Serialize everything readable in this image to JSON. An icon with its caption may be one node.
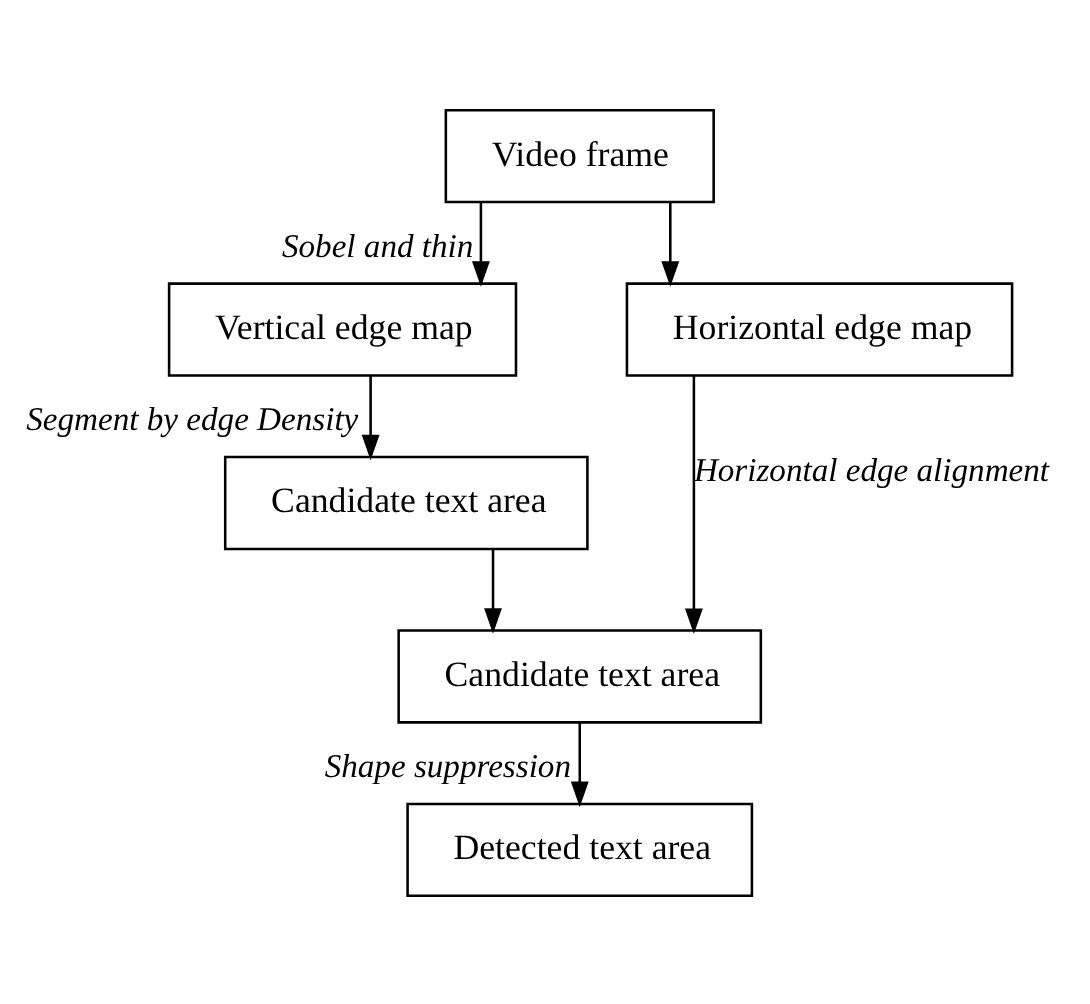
{
  "diagram": {
    "nodes": [
      {
        "text": [
          "Video frame"
        ]
      },
      {
        "text": [
          "Vertical edge map"
        ]
      },
      {
        "text": [
          "Horizontal edge map"
        ]
      },
      {
        "text": [
          "Candidate text area"
        ]
      },
      {
        "text": [
          "Candidate text area"
        ]
      },
      {
        "text": [
          "Detected text area"
        ]
      }
    ],
    "edges": [
      {
        "from": 0,
        "to": 2,
        "arrow": "to"
      },
      {
        "from": 0,
        "to": 1,
        "arrow": "to",
        "label": "Sobel and thin"
      },
      {
        "from": 1,
        "to": 3,
        "arrow": "to",
        "label": "Segment by edge Density"
      },
      {
        "from": 2,
        "to": 4,
        "arrow": "to",
        "label": "Horizontal edge alignment"
      },
      {
        "from": 3,
        "to": 4,
        "arrow": "to"
      },
      {
        "from": 4,
        "to": 5,
        "arrow": "to",
        "label": "Shape suppression"
      }
    ]
  }
}
